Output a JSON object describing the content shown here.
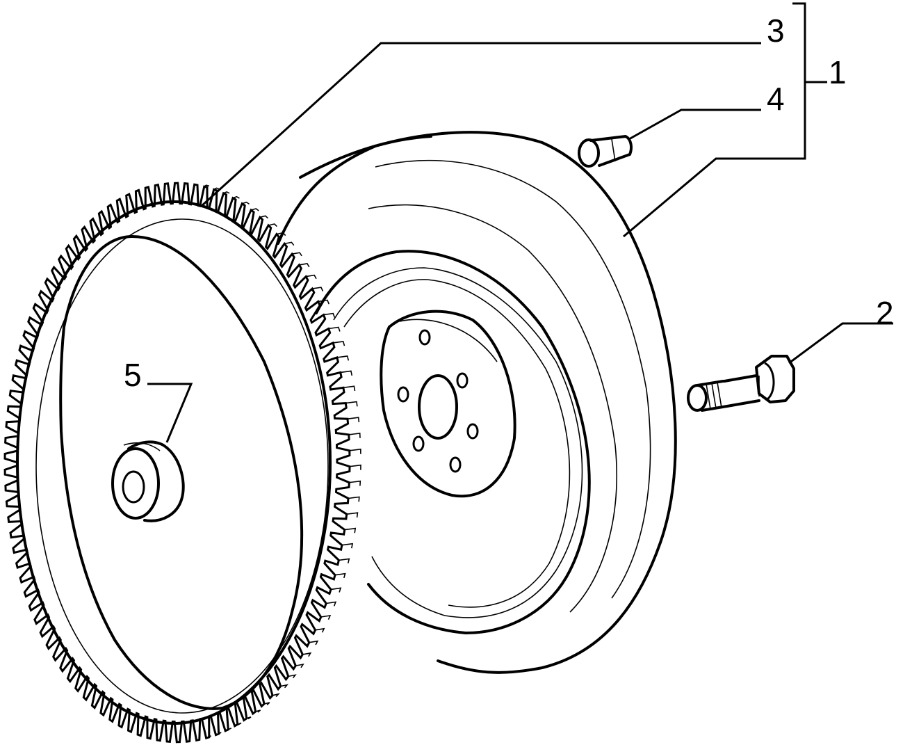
{
  "diagram": {
    "callouts": [
      {
        "id": "label-1",
        "text": "1"
      },
      {
        "id": "label-2",
        "text": "2"
      },
      {
        "id": "label-3",
        "text": "3"
      },
      {
        "id": "label-4",
        "text": "4"
      },
      {
        "id": "label-5",
        "text": "5"
      }
    ],
    "parts": {
      "flywheel": "1",
      "flywheel-bolt": "2",
      "ring-gear": "3",
      "dowel-pin": "4",
      "pilot-bushing": "5"
    },
    "ring_gear_teeth": 110,
    "hub_bolt_holes": 6
  }
}
